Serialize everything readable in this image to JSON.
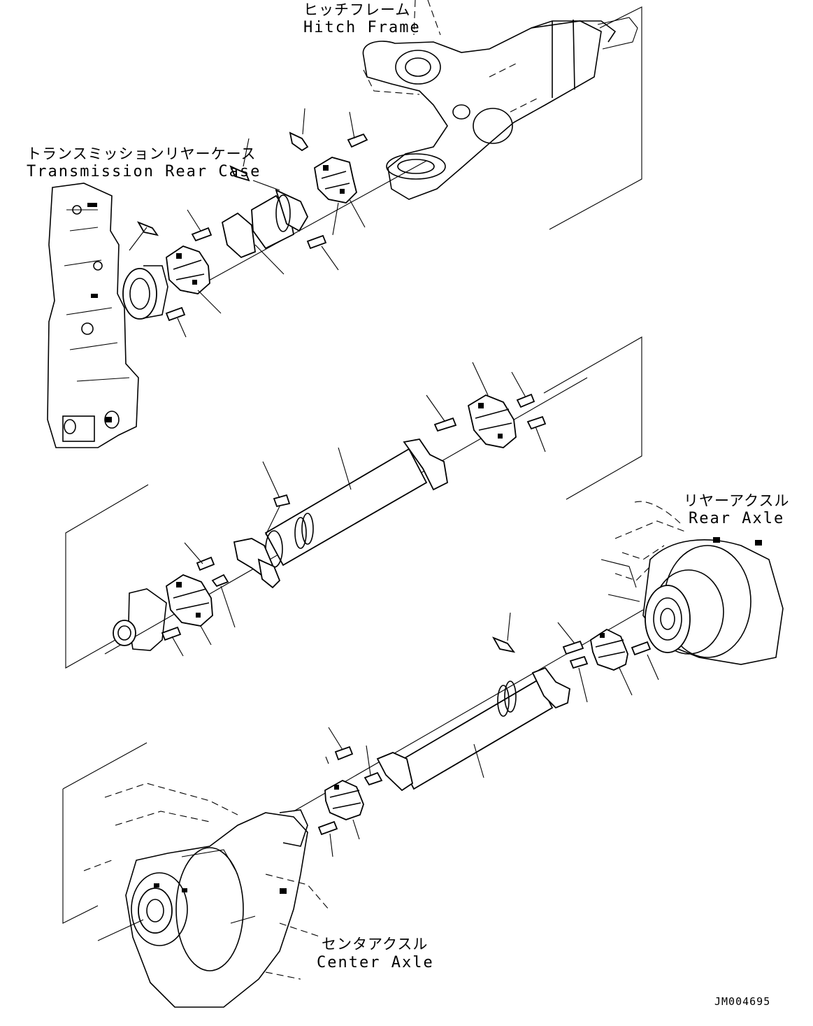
{
  "labels": {
    "hitch_frame_jp": "ヒッチフレーム",
    "hitch_frame_en": "Hitch Frame",
    "trans_case_jp": "トランスミッションリヤーケース",
    "trans_case_en": "Transmission Rear Case",
    "rear_axle_jp": "リヤーアクスル",
    "rear_axle_en": "Rear Axle",
    "center_axle_jp": "センタアクスル",
    "center_axle_en": "Center Axle"
  },
  "drawing_ref": "JM004695"
}
